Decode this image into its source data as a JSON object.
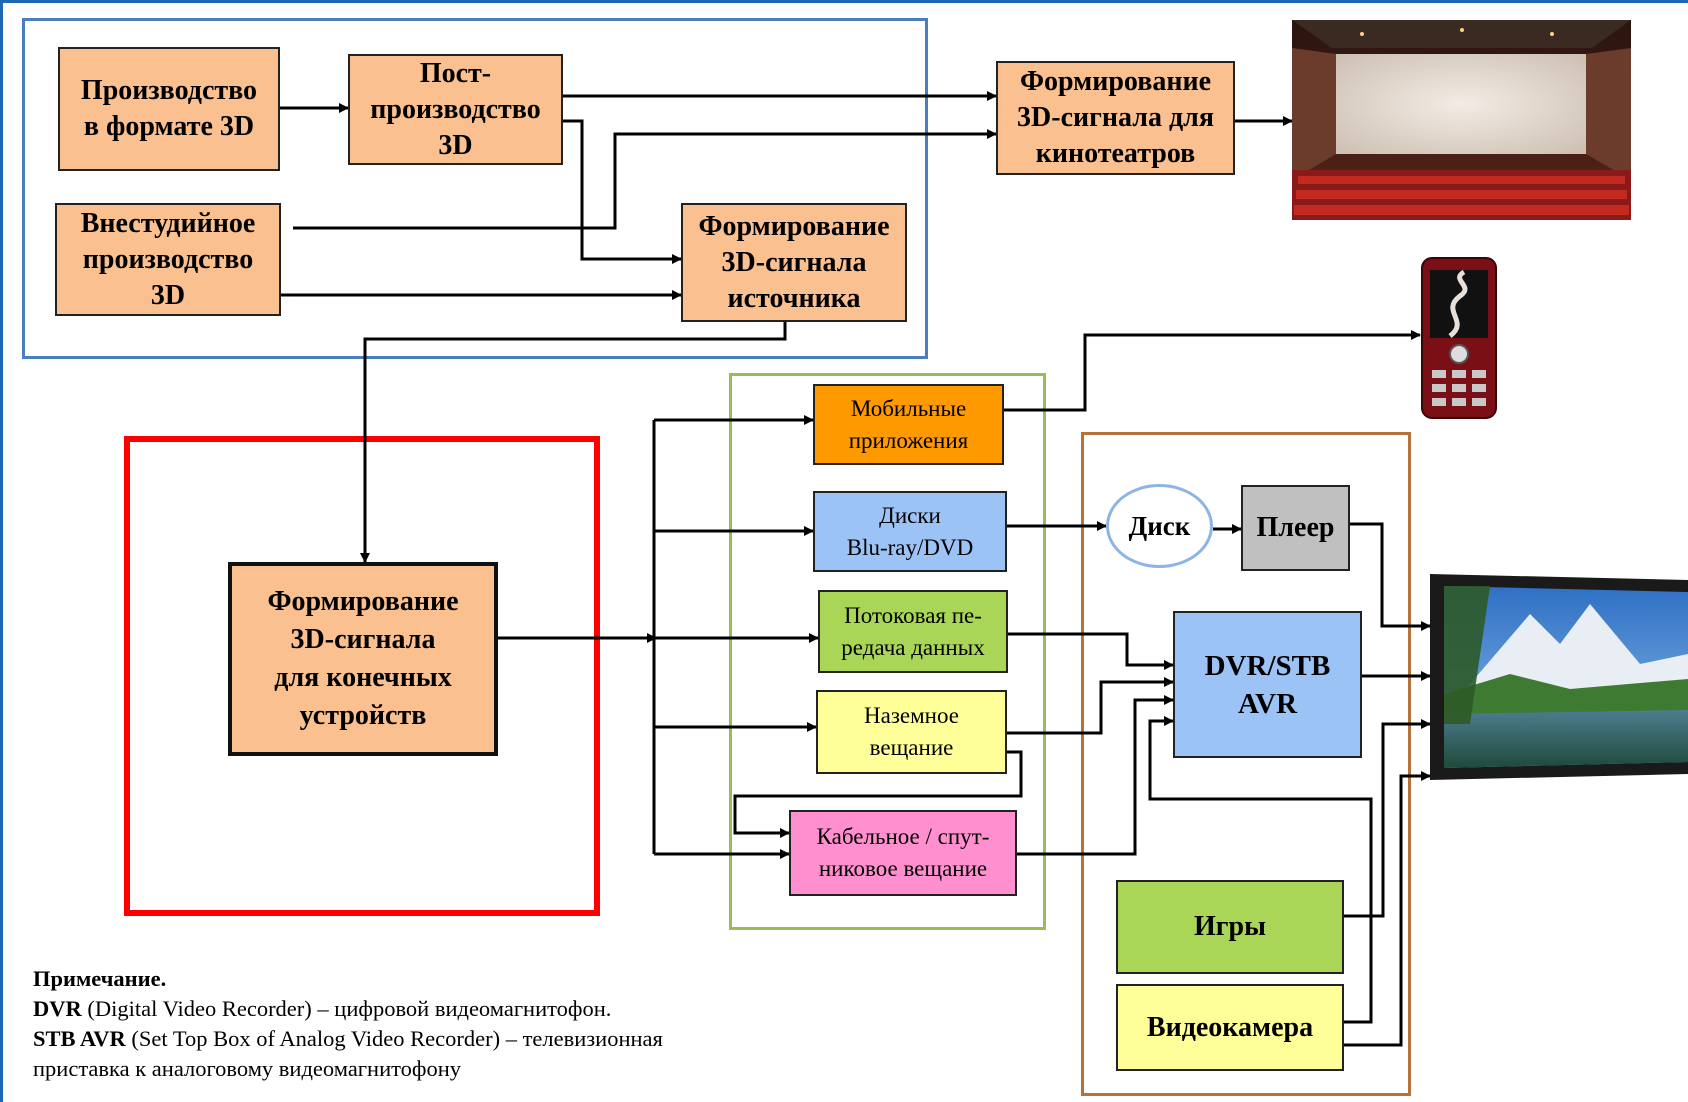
{
  "blocks": {
    "prod3d": "Производство\nв формате 3D",
    "post3d": "Пост-\nпроизводство\n3D",
    "outstudio": "Внестудийное\nпроизводство\n3D",
    "cinema_signal": "Формирование\n3D-сигнала для\nкинотеатров",
    "source_signal": "Формирование\n3D-сигнала\nисточника",
    "end_signal": "Формирование\n3D-сигнала\nдля конечных\nустройств"
  },
  "channels": {
    "mobile": "Мобильные\nприложения",
    "discs": "Диски\nBlu-ray/DVD",
    "streaming": "Потоковая пе-\nредача данных",
    "terrestrial": "Наземное\nвещание",
    "cable": "Кабельное / спут-\nниковое вещание"
  },
  "devices": {
    "disc": "Диск",
    "player": "Плеер",
    "dvr": "DVR/STB\nAVR",
    "games": "Игры",
    "camera": "Видеокамера"
  },
  "note": {
    "title": "Примечание.",
    "dvr_term": "DVR",
    "dvr_text": " (Digital Video Recorder) – цифровой видеомагнитофон.",
    "stb_term": "STB AVR",
    "stb_text": " (Set Top Box of Analog Video Recorder) – телевизионная",
    "stb_text2": "приставка к аналоговому видеомагнитофону"
  },
  "colors": {
    "peach": "#fac090",
    "mobile": "#ff9900",
    "discs": "#9cc3f5",
    "streaming": "#a9d656",
    "terrestrial": "#ffff99",
    "cable": "#ff8fcf",
    "player": "#c0c0c0",
    "dvr": "#9cc3f5",
    "games": "#a9d656",
    "camera": "#ffff99",
    "group_production": "#4a7fbf",
    "group_end": "#ff0000",
    "group_channels": "#9bbb59",
    "group_home": "#b5733a"
  },
  "icons": {
    "cinema": "cinema-hall-image",
    "phone": "mobile-phone-image",
    "tv": "flat-tv-image"
  }
}
